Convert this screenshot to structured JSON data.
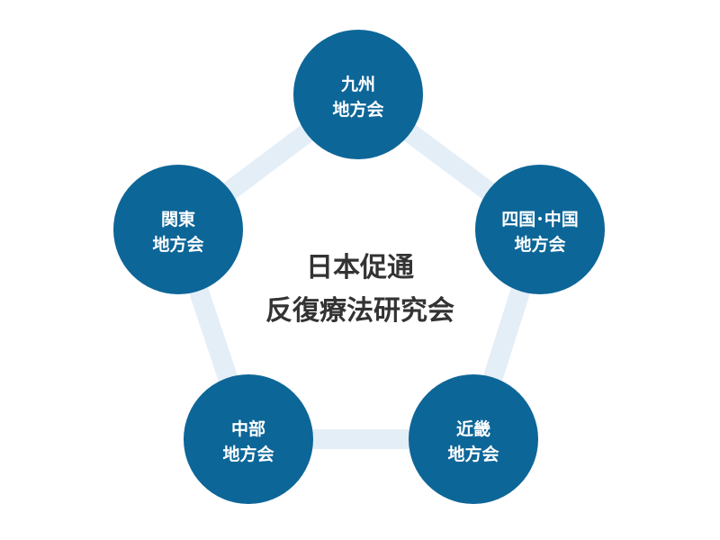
{
  "colors": {
    "node_fill": "#0d6698",
    "connector": "#e4eef7",
    "node_text": "#ffffff",
    "center_text": "#333333"
  },
  "center": {
    "line1": "日本促通",
    "line2": "反復療法研究会"
  },
  "nodes": [
    {
      "line1": "九州",
      "line2": "地方会"
    },
    {
      "line1": "四国･中国",
      "line2": "地方会"
    },
    {
      "line1": "近畿",
      "line2": "地方会"
    },
    {
      "line1": "中部",
      "line2": "地方会"
    },
    {
      "line1": "関東",
      "line2": "地方会"
    }
  ]
}
